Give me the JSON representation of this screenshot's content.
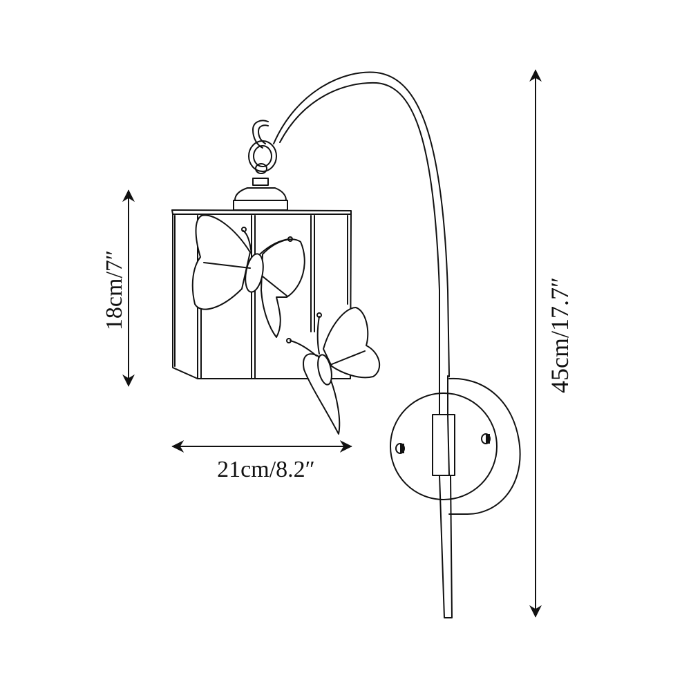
{
  "diagram": {
    "subject": "Butterfly glass wall sconce dimension drawing",
    "line_color": "#111111",
    "background": "#ffffff",
    "dimensions": {
      "shade_height": {
        "label": "18cm/7″",
        "orientation": "vertical"
      },
      "shade_width": {
        "label": "21cm/8.2″",
        "orientation": "horizontal"
      },
      "total_height": {
        "label": "45cm/17.7″",
        "orientation": "vertical"
      }
    },
    "parts": [
      "hook",
      "canopy-cap",
      "octagonal-glass-shade",
      "butterfly-large",
      "butterfly-small",
      "curved-arm",
      "round-wall-plate",
      "mounting-screws",
      "arm-bracket",
      "lower-rod"
    ]
  }
}
